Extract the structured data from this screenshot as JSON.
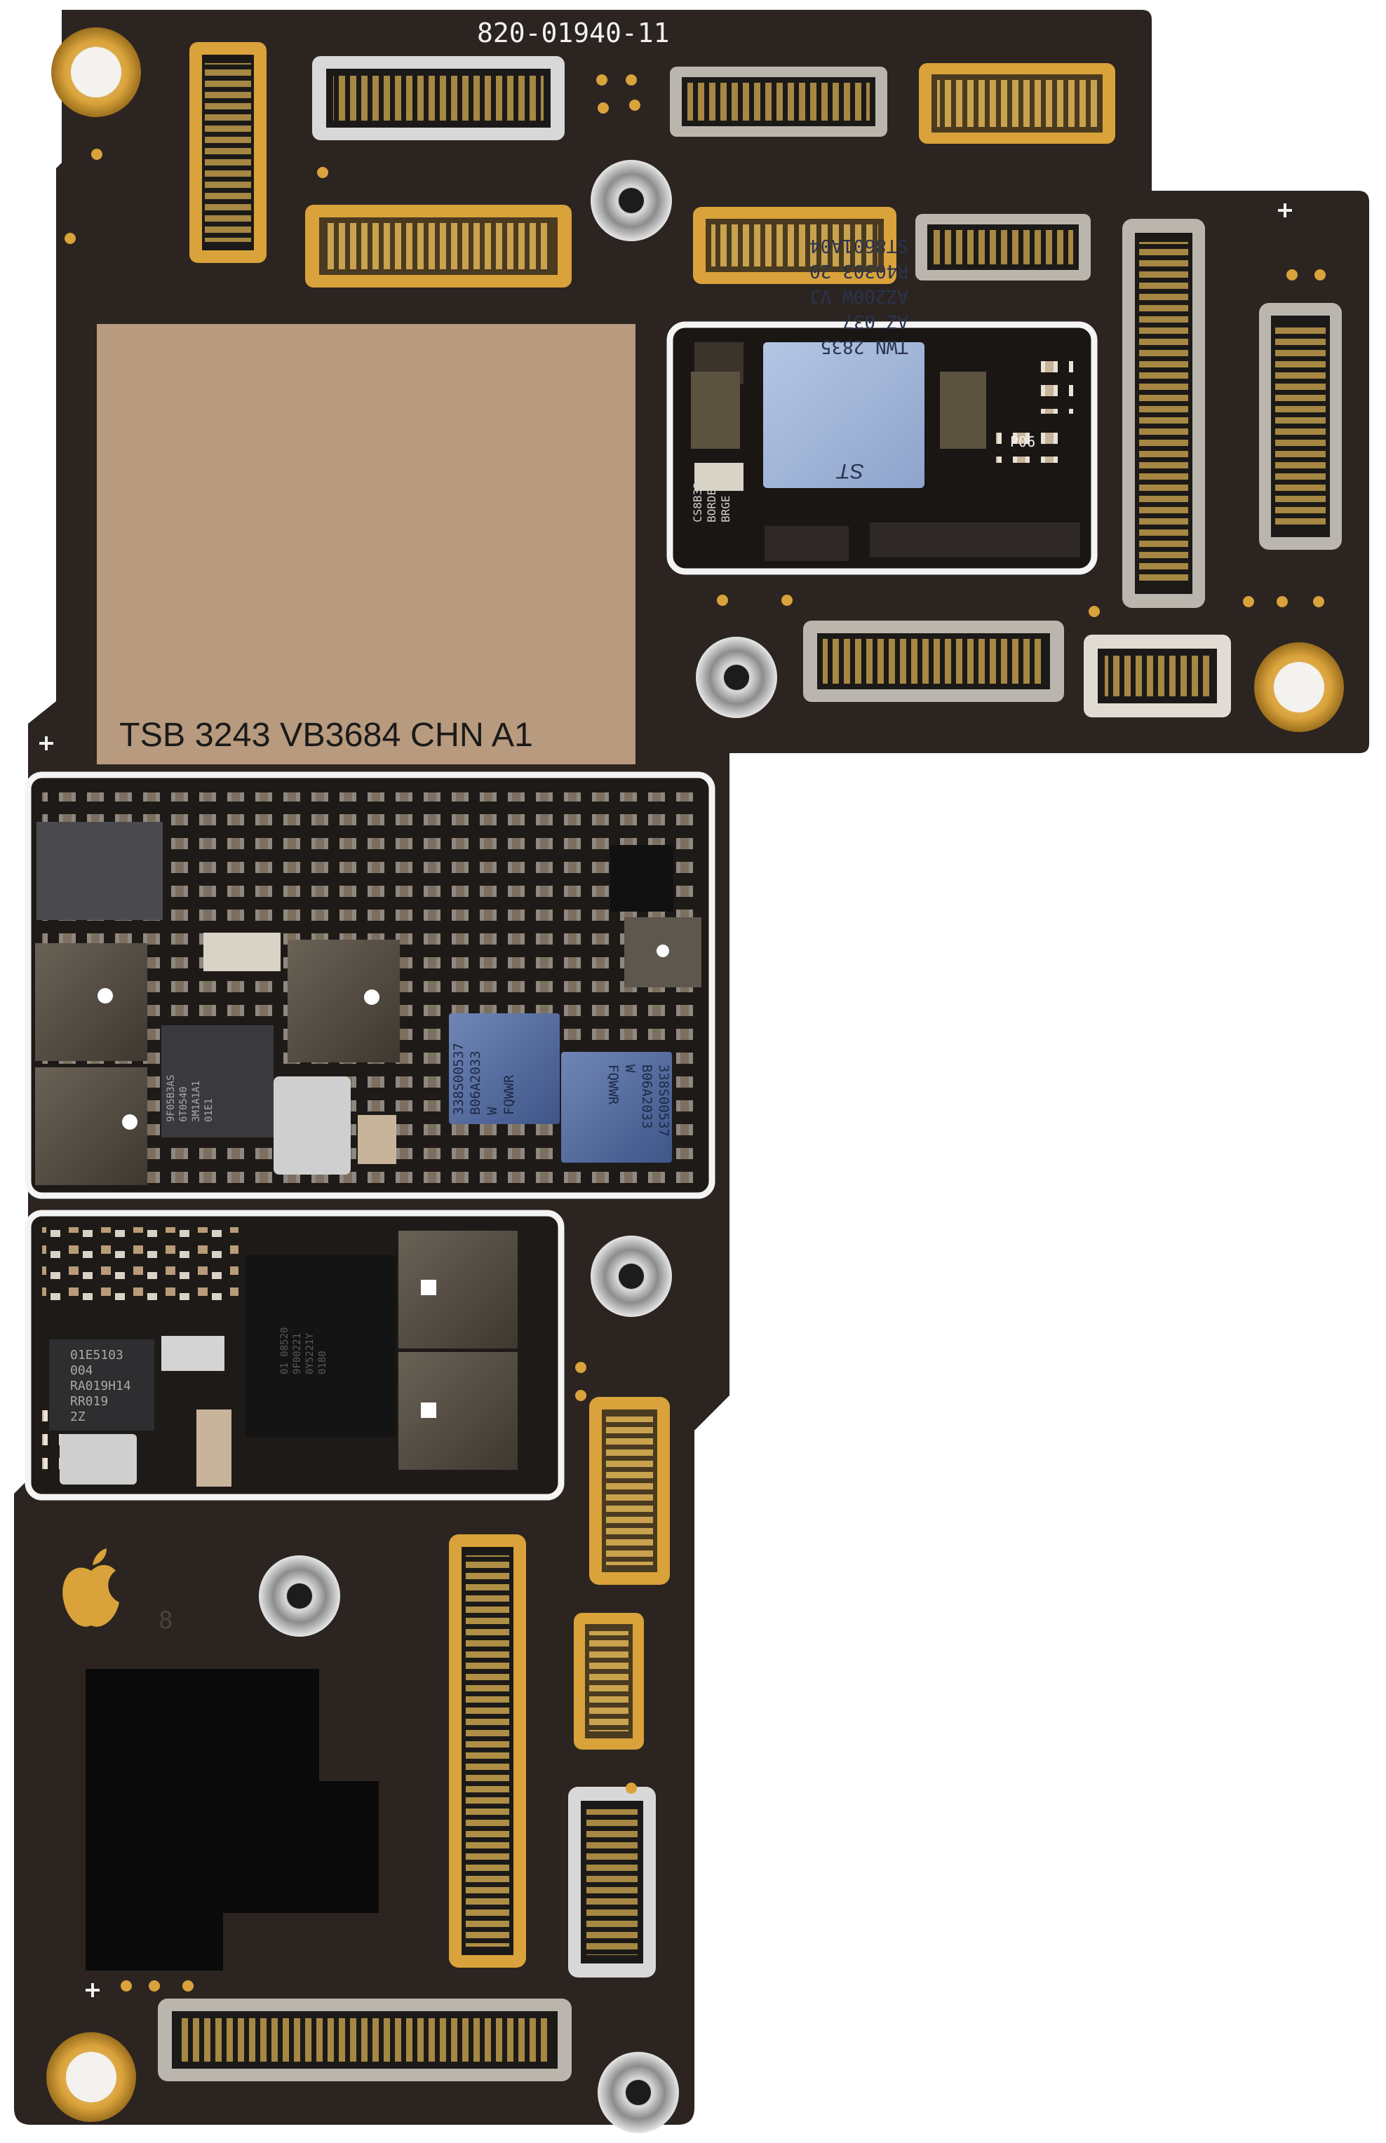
{
  "board": {
    "part_number": "820-01940-11",
    "nand_marking": "TSB 3243 VB3684 CHN A1",
    "via_mark": "8"
  },
  "chips": {
    "st_chip": [
      "ST8601A04",
      "R40303 20",
      "AZ200W VJ",
      "AZ 037",
      "TWN 2835"
    ],
    "st_logo": "ST",
    "small_label": "P06",
    "side_label": [
      "CS8B33",
      "BORDE",
      "BRGE"
    ],
    "pmic_a": [
      "338S00537",
      "B06A2033",
      "W",
      "FQWWR"
    ],
    "pmic_b": [
      "338S00537",
      "B06A2033",
      "W",
      "FQWWR"
    ],
    "mid_left_chip": [
      "01E5103",
      "004",
      "RA019H14",
      "RR019",
      "2Z"
    ],
    "mid_black_chip": [
      "01 08520",
      "9F00221",
      "0Y5221Y",
      "0180"
    ],
    "left_chip": [
      "9F05B3AS",
      "6T0540",
      "3M1A1A1",
      "01E1"
    ]
  },
  "colors": {
    "pcb": "#2b2420",
    "copper_gold": "#d9a23b",
    "nand_shield": "#b89a7e",
    "silkscreen": "#f2f2f2"
  }
}
